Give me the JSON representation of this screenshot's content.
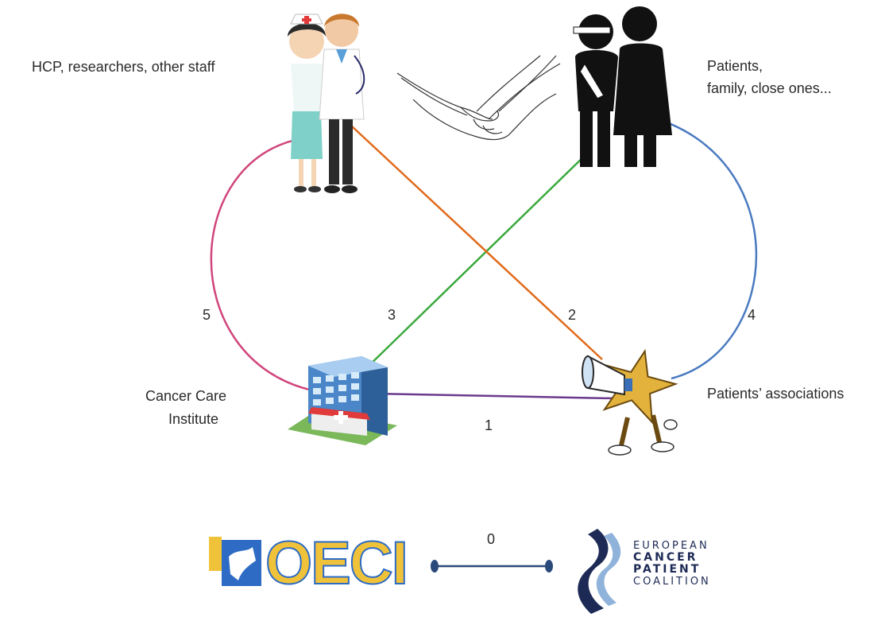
{
  "nodes": {
    "hcp": "HCP, researchers, other staff",
    "patients_line1": "Patients,",
    "patients_line2": "family, close ones...",
    "institute_line1": "Cancer Care",
    "institute_line2": "Institute",
    "associations": "Patients’ associations"
  },
  "links": [
    "0",
    "1",
    "2",
    "3",
    "4",
    "5"
  ],
  "logos": {
    "oeci": "OECI",
    "ecpc_line1": "EUROPEAN",
    "ecpc_line2": "CANCER",
    "ecpc_line3": "PATIENT",
    "ecpc_line4": "COALITION"
  },
  "colors": {
    "link_0": "#2a4a7a",
    "link_1": "#6a3a8c",
    "link_2": "#e06a1a",
    "link_3": "#3aa83c",
    "link_4": "#4a7ac0",
    "link_5": "#d0457c"
  }
}
